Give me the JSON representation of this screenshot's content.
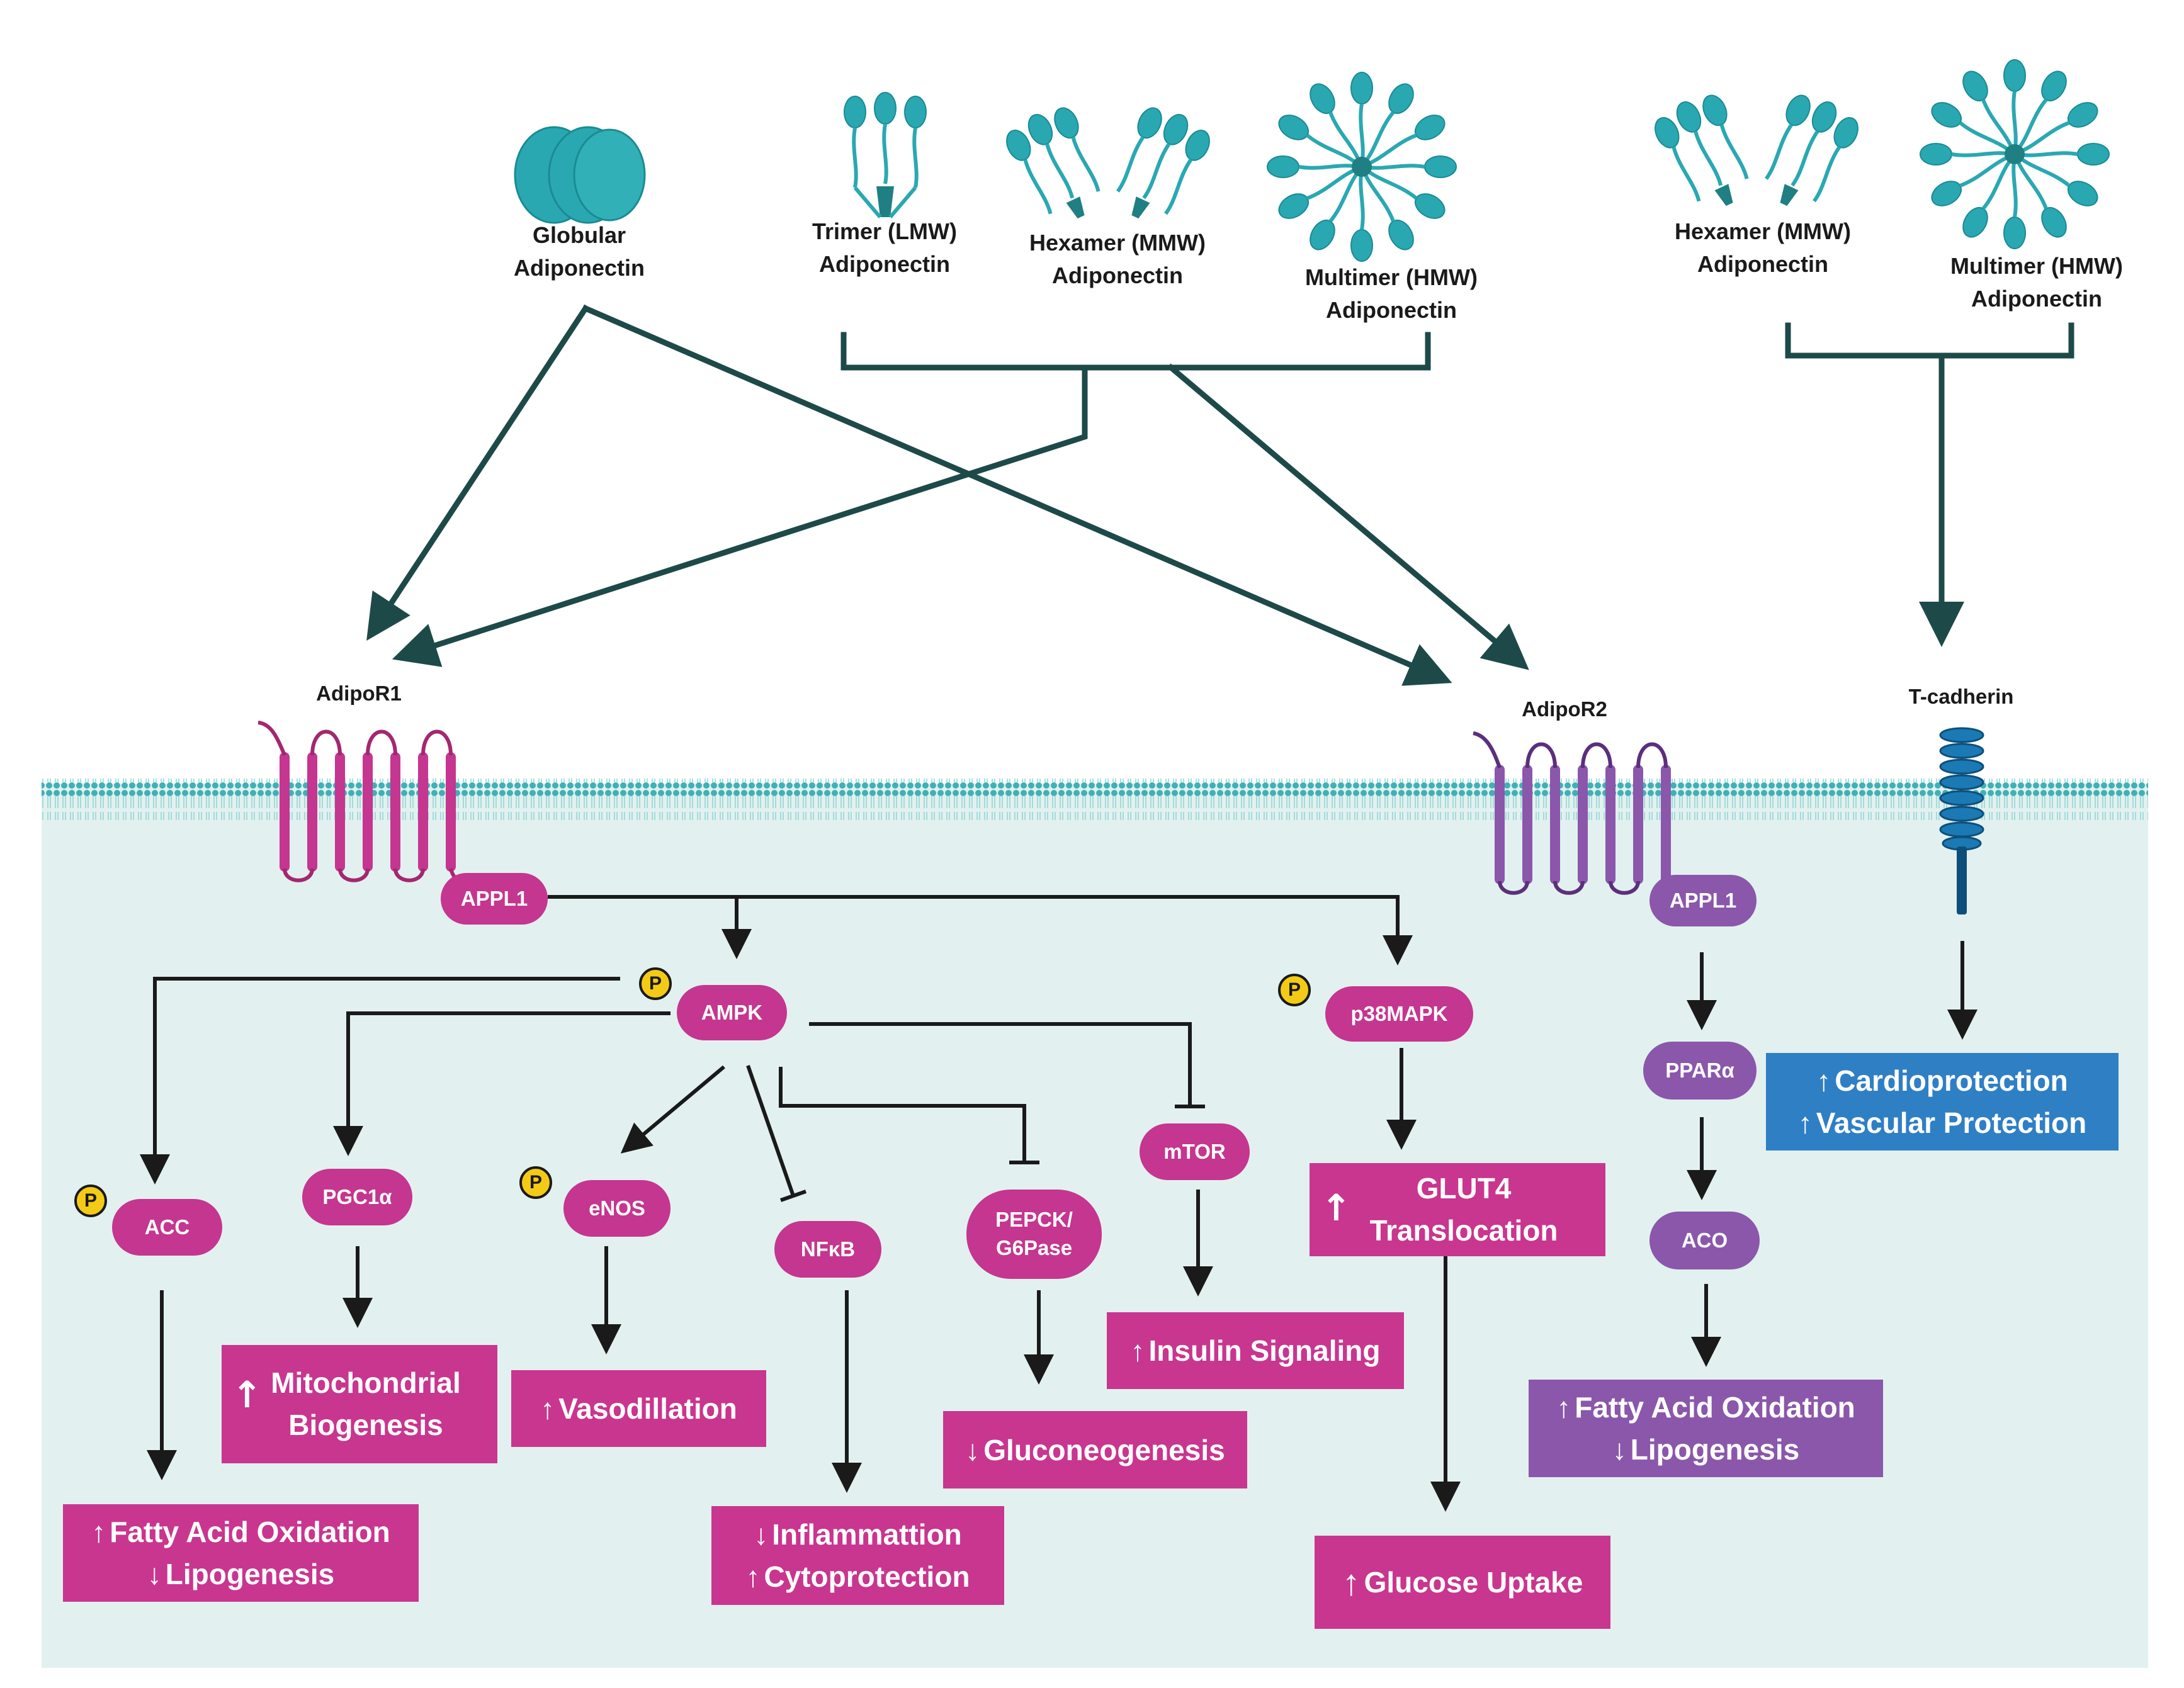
{
  "ligands": {
    "globular": "Globular\nAdiponectin",
    "trimer": "Trimer (LMW)\nAdiponectin",
    "hexamer": "Hexamer (MMW)\nAdiponectin",
    "multimer": "Multimer (HMW)\nAdiponectin",
    "hexamer2": "Hexamer (MMW)\nAdiponectin",
    "multimer2": "Multimer (HMW)\nAdiponectin"
  },
  "receptors": {
    "adipor1": "AdipoR1",
    "adipor2": "AdipoR2",
    "tcadherin": "T-cadherin"
  },
  "nodes": {
    "appl1_left": "APPL1",
    "appl1_right": "APPL1",
    "ampk": "AMPK",
    "p38mapk": "p38MAPK",
    "acc": "ACC",
    "pgc1a": "PGC1α",
    "enos": "eNOS",
    "nfkb": "NFκB",
    "pepck": "PEPCK/\nG6Pase",
    "mtor": "mTOR",
    "ppara": "PPARα",
    "aco": "ACO",
    "phospho": "P"
  },
  "outcomes": {
    "fao_left": {
      "line1": "Fatty Acid Oxidation",
      "line2": "Lipogenesis",
      "arrow1": "↑",
      "arrow2": "↓"
    },
    "mito": {
      "line1": "Mitochondrial",
      "line2": "Biogenesis",
      "arrow": "↑"
    },
    "vaso": {
      "line1": "Vasodillation",
      "arrow": "↑"
    },
    "inflam": {
      "line1": "Inflammattion",
      "line2": "Cytoprotection",
      "arrow1": "↓",
      "arrow2": "↑"
    },
    "gluco": {
      "line1": "Gluconeogenesis",
      "arrow": "↓"
    },
    "insulin": {
      "line1": "Insulin Signaling",
      "arrow": "↑"
    },
    "glut4": {
      "line1": "GLUT4",
      "line2": "Translocation",
      "arrow": "↑"
    },
    "uptake": {
      "line1": "Glucose Uptake",
      "arrow": "↑"
    },
    "fao_right": {
      "line1": "Fatty Acid Oxidation",
      "line2": "Lipogenesis",
      "arrow1": "↑",
      "arrow2": "↓"
    },
    "cardio": {
      "line1": "Cardioprotection",
      "line2": "Vascular Protection",
      "arrow1": "↑",
      "arrow2": "↑"
    }
  },
  "colors": {
    "magenta": "#c4368f",
    "purple": "#8a57ab",
    "blue": "#2f7fc5",
    "teal": "#2aa8b2",
    "cytoplasm": "#e2f1ef",
    "arrow_dark": "#1d4a48"
  }
}
